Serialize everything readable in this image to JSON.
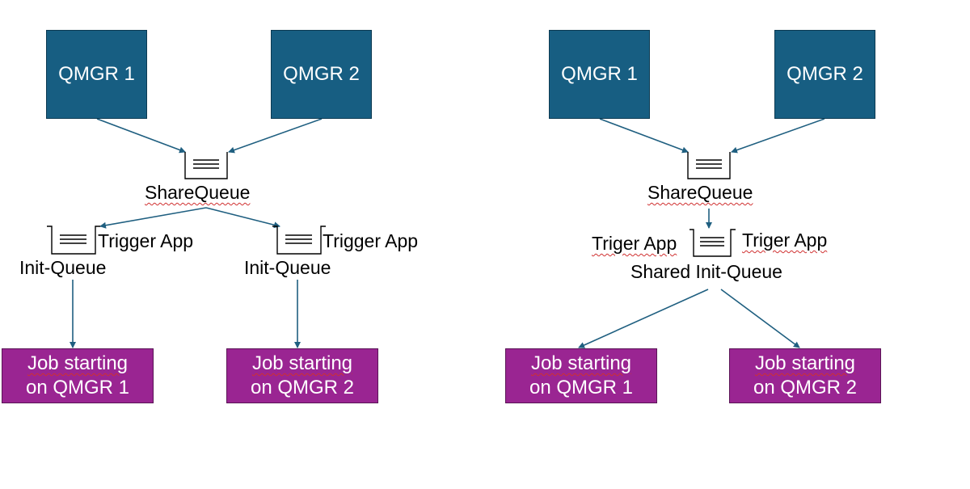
{
  "left": {
    "qmgr1": "QMGR 1",
    "qmgr2": "QMGR 2",
    "share_queue": "ShareQueue",
    "trigger_app_1": "Trigger App",
    "trigger_app_2": "Trigger App",
    "init_queue_1": "Init-Queue",
    "init_queue_2": "Init-Queue",
    "job1_line1": "Job starting",
    "job1_line2": "on QMGR 1",
    "job2_line1": "Job starting",
    "job2_line2": "on QMGR 2"
  },
  "right": {
    "qmgr1": "QMGR 1",
    "qmgr2": "QMGR 2",
    "share_queue": "ShareQueue",
    "trigger_app_1": "Triger App",
    "trigger_app_2": "Triger App",
    "shared_init_queue": "Shared Init-Queue",
    "job1_line1": "Job starting",
    "job1_line2": "on QMGR 1",
    "job2_line1": "Job starting",
    "job2_line2": "on QMGR 2"
  },
  "colors": {
    "qmgr_fill": "#175e82",
    "job_fill": "#9a2592",
    "arrow": "#1f5f80"
  }
}
